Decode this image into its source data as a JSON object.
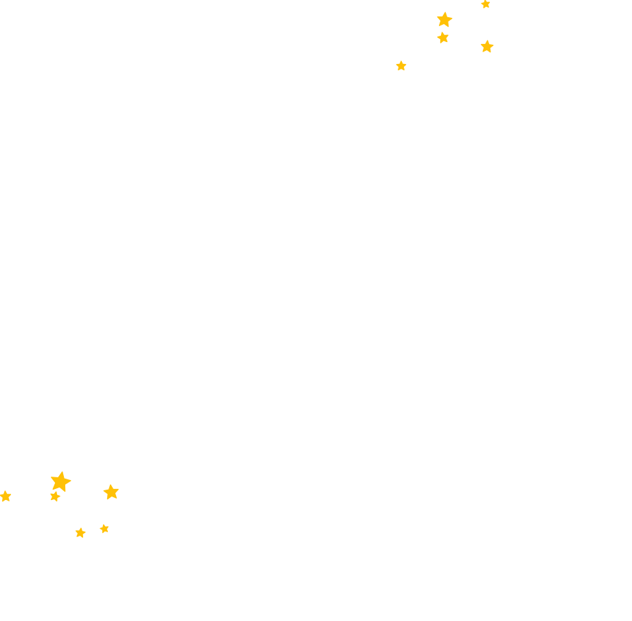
{
  "decoration": {
    "icon": "star-icon",
    "color": "#FFC107",
    "background": "#FFFFFF",
    "clusters": [
      {
        "name": "top-right-star-cluster",
        "star_count": 5
      },
      {
        "name": "bottom-left-star-cluster",
        "star_count": 6
      }
    ]
  }
}
